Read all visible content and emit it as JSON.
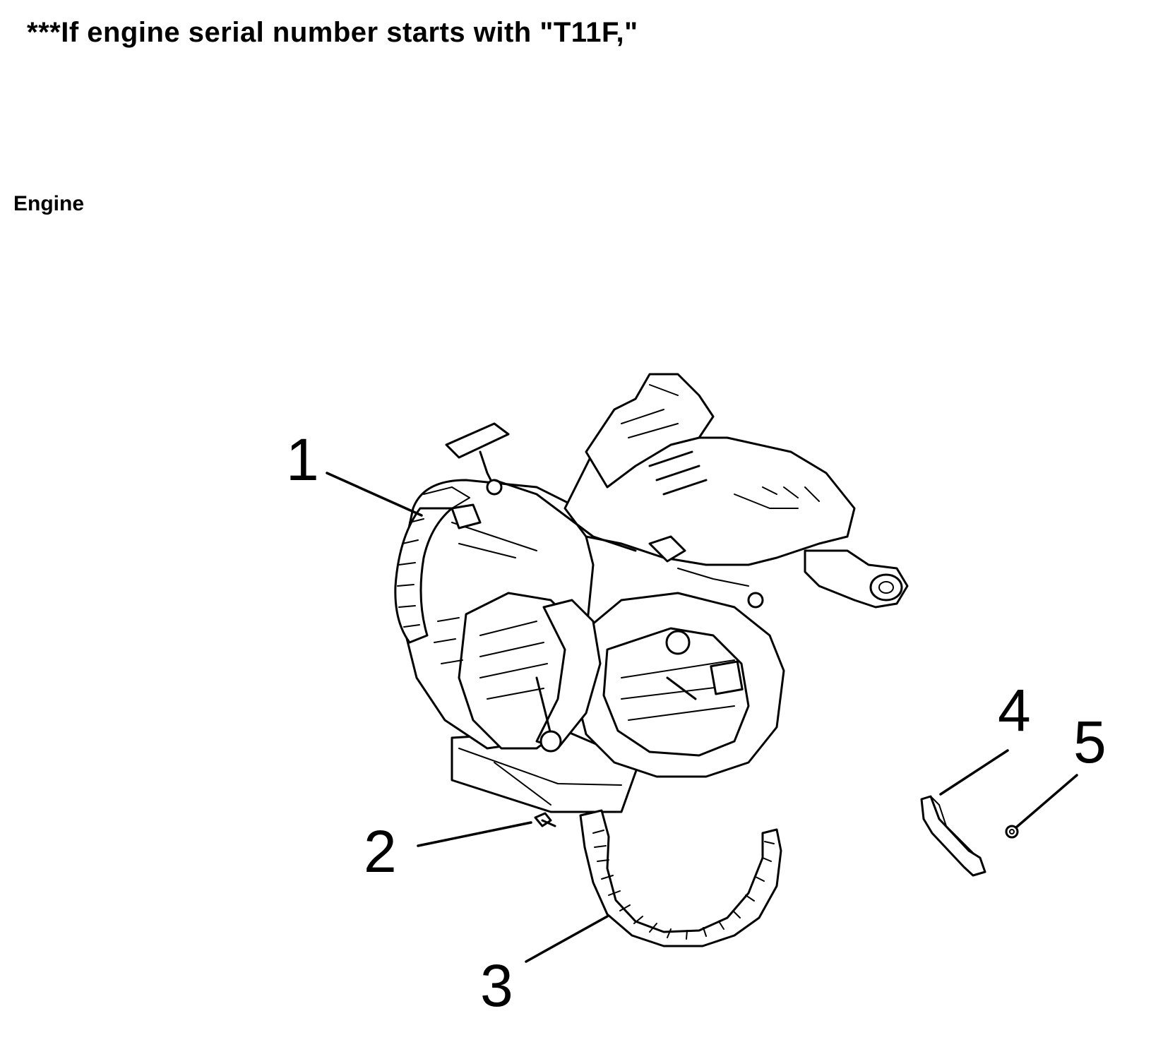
{
  "header": {
    "heading": "***If engine serial number starts with \"T11F,\"",
    "section_label": "Engine"
  },
  "callouts": [
    {
      "id": "1",
      "label": "1",
      "part": "engine"
    },
    {
      "id": "2",
      "label": "2",
      "part": "screw"
    },
    {
      "id": "3",
      "label": "3",
      "part": "clamp-strap"
    },
    {
      "id": "4",
      "label": "4",
      "part": "bracket"
    },
    {
      "id": "5",
      "label": "5",
      "part": "nut"
    }
  ]
}
